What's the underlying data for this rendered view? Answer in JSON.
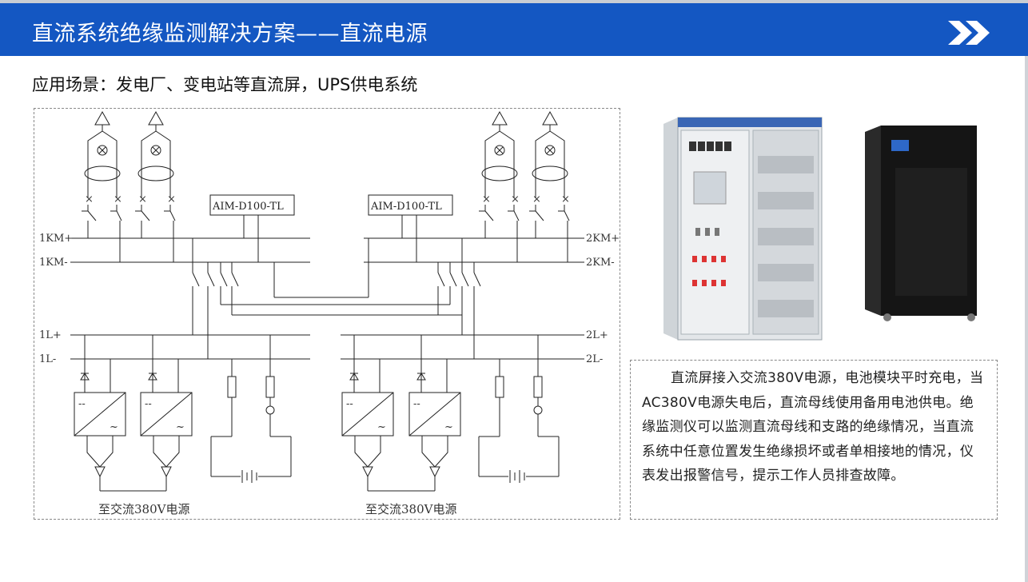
{
  "header": {
    "title": "直流系统绝缘监测解决方案——直流电源"
  },
  "subtitle": "应用场景：发电厂、变电站等直流屏，UPS供电系统",
  "diagram": {
    "device_left": "AIM-D100-TL",
    "device_right": "AIM-D100-TL",
    "bus_1km_plus": "1KM+",
    "bus_1km_minus": "1KM-",
    "bus_2km_plus": "2KM+",
    "bus_2km_minus": "2KM-",
    "bus_1l_plus": "1L+",
    "bus_1l_minus": "1L-",
    "bus_2l_plus": "2L+",
    "bus_2l_minus": "2L-",
    "source_left": "至交流380V电源",
    "source_right": "至交流380V电源",
    "rect_dc": "--",
    "rect_ac": "~"
  },
  "description": "直流屏接入交流380V电源，电池模块平时充电，当AC380V电源失电后，直流母线使用备用电池供电。绝缘监测仪可以监测直流母线和支路的绝缘情况，当直流系统中任意位置发生绝缘损坏或者单相接地的情况，仪表发出报警信号，提示工作人员排查故障。",
  "colors": {
    "header_bg": "#1457c2",
    "header_text": "#ffffff",
    "chevron": "#ffffff"
  }
}
